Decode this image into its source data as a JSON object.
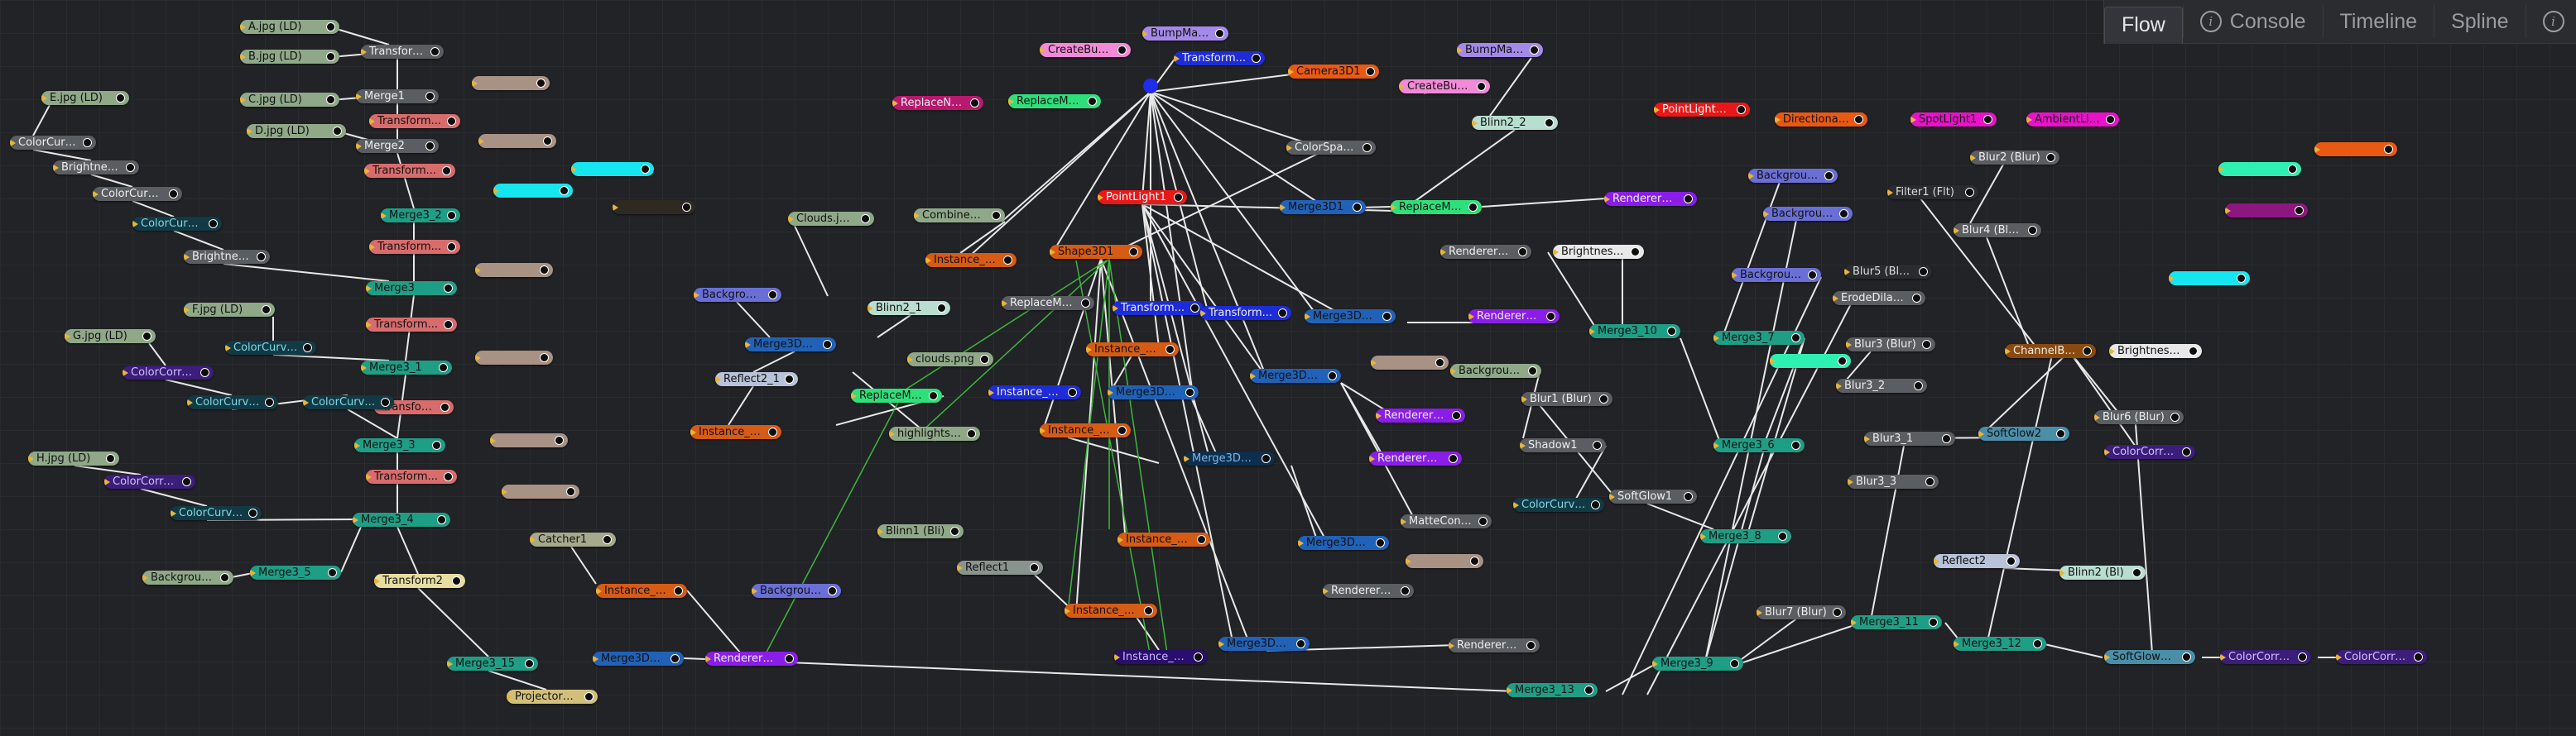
{
  "tabs": {
    "flow": "Flow",
    "console": "Console",
    "timeline": "Timeline",
    "spline": "Spline"
  },
  "nodes": {
    "a_jpg": "A.jpg (LD)",
    "b_jpg": "B.jpg (LD)",
    "c_jpg": "C.jpg (LD)",
    "d_jpg": "D.jpg (LD)",
    "e_jpg": "E.jpg (LD)",
    "f_jpg": "F.jpg (LD)",
    "g_jpg": "G.jpg (LD)",
    "h_jpg": "H.jpg (LD)",
    "transform1": "Transform1",
    "merge1": "Merge1",
    "merge2": "Merge2",
    "merge3_2": "Merge3_2",
    "merge3": "Merge3",
    "merge3_1": "Merge3_1",
    "merge3_3": "Merge3_3",
    "merge3_4": "Merge3_4",
    "merge3_5": "Merge3_5",
    "merge3_15": "Merge3_15",
    "transform_a": "Transform...",
    "transform_b": "Transform...",
    "transform_c": "Transform...",
    "transform_d": "Transform...",
    "transform_e": "Transform...",
    "transform_f": "Transform...",
    "transform2": "Transform2",
    "colorcurves1": "ColorCurves1",
    "brightness_a": "Brightness...",
    "colorcurves2": "ColorCurves2",
    "colorcurves3": "ColorCurves3",
    "brightness_b": "Brightness...",
    "colorcurve_a": "ColorCurve...",
    "colorcurve_b": "ColorCurve...",
    "colorcurve_c": "ColorCurve...",
    "colorcurve_d": "ColorCurve...",
    "colorcorre_a": "ColorCorre...",
    "colorcorre_b": "ColorCorre...",
    "background1": "Background1",
    "projector3d1": "Projector3D1",
    "catcher1": "Catcher1",
    "clouds_jpeg": "Clouds.jpeg",
    "background_a": "Backgroun...",
    "blinn2_1": "Blinn2_1",
    "merge3d1_2": "Merge3D1_2",
    "reflect2_1": "Reflect2_1",
    "instance_sh_a": "Instance_Sh...",
    "instance_sh_b": "Instance_Sh...",
    "instance_sh_c": "Instance_Sh...",
    "instance_sh_d": "Instance_Sh...",
    "instance_sh_e": "Instance_Sh...",
    "instance_sh_f": "Instance_Sh...",
    "instance_sh_g": "Instance_Sh...",
    "instance_tr_a": "Instance_Tr...",
    "instance_tr_b": "Instance_Tr...",
    "combined_j": "Combined_J...",
    "clouds_png": "clouds.png",
    "replacemat_a": "ReplaceMat...",
    "replacemat_b": "ReplaceMat...",
    "replacemat_c": "ReplaceMat...",
    "replacemat_d": "ReplaceMat...",
    "replacenor": "ReplaceNor...",
    "highlights": "highlights.j...",
    "blinn1": "Blinn1 (Bli)",
    "reflect1": "Reflect1",
    "background_b": "Backgroun...",
    "merge3d1_9": "Merge3D1_9",
    "renderer3d_a": "Renderer3D...",
    "createbum_a": "CreateBum...",
    "createbum_b": "CreateBum...",
    "bumpmap1": "BumpMap1",
    "bumpmap_b": "BumpMap...",
    "transform_g": "Transform...",
    "transform_h": "Transform...",
    "transform_i": "Transform...",
    "camera3d1": "Camera3D1",
    "pointlight1": "PointLight1",
    "pointlight1_1": "PointLight1_1",
    "shape3d1": "Shape3D1",
    "blinn2_2": "Blinn2_2",
    "colorspace1": "ColorSpace1",
    "merge3d1": "Merge3D1",
    "merge3d1_1": "Merge3D1_1",
    "merge3d1_4": "Merge3D1_4",
    "merge3d1_7": "Merge3D1_7",
    "merge3d1_3": "Merge3D1_3",
    "merge3d1_5": "Merge3D1_5",
    "merge3d1_6": "Merge3D1_6",
    "renderer3d5": "Renderer3D5",
    "renderer3d3": "Renderer3D3",
    "renderer3d4": "Renderer3D4",
    "renderer3d_b": "Renderer3...",
    "renderer3d_c": "Renderer3...",
    "renderer3d_d": "Renderer3D...",
    "renderer3d_e": "Renderer3D...",
    "brightness_c": "Brightness...",
    "brightness_d": "Brightness...",
    "background2": "Background2",
    "blur1": "Blur1 (Blur)",
    "shadow1": "Shadow1",
    "softglow1": "SoftGlow1",
    "mattecontr": "MatteContr...",
    "merge3_10": "Merge3_10",
    "merge3_7": "Merge3_7",
    "merge3_6": "Merge3_6",
    "merge3_8": "Merge3_8",
    "merge3_9": "Merge3_9",
    "merge3_11": "Merge3_11",
    "merge3_12": "Merge3_12",
    "merge3_13": "Merge3_13",
    "directional": "Directional...",
    "spotlight1": "SpotLight1",
    "ambientlig": "AmbientLig...",
    "background_c": "Backgroun...",
    "background_d": "Backgroun...",
    "background_e": "Backgroun...",
    "filter1": "Filter1 (Flt)",
    "blur2": "Blur2 (Blur)",
    "blur4": "Blur4 (Blur)",
    "blur5": "Blur5 (Blur)",
    "erodedilate1": "ErodeDilate1",
    "blur3": "Blur3 (Blur)",
    "blur3_2": "Blur3_2",
    "blur3_1": "Blur3_1",
    "blur3_3": "Blur3_3",
    "blur6": "Blur6 (Blur)",
    "blur7": "Blur7 (Blur)",
    "channelbo": "ChannelBo...",
    "softglow2": "SoftGlow2",
    "softglow2_1": "SoftGlow2_1",
    "reflect2": "Reflect2",
    "blinn2": "Blinn2 (Bl)",
    "colorcorre_c": "ColorCorre...",
    "colorcorre_d": "ColorCorre...",
    "colorcorre_e": "ColorCorre..."
  }
}
